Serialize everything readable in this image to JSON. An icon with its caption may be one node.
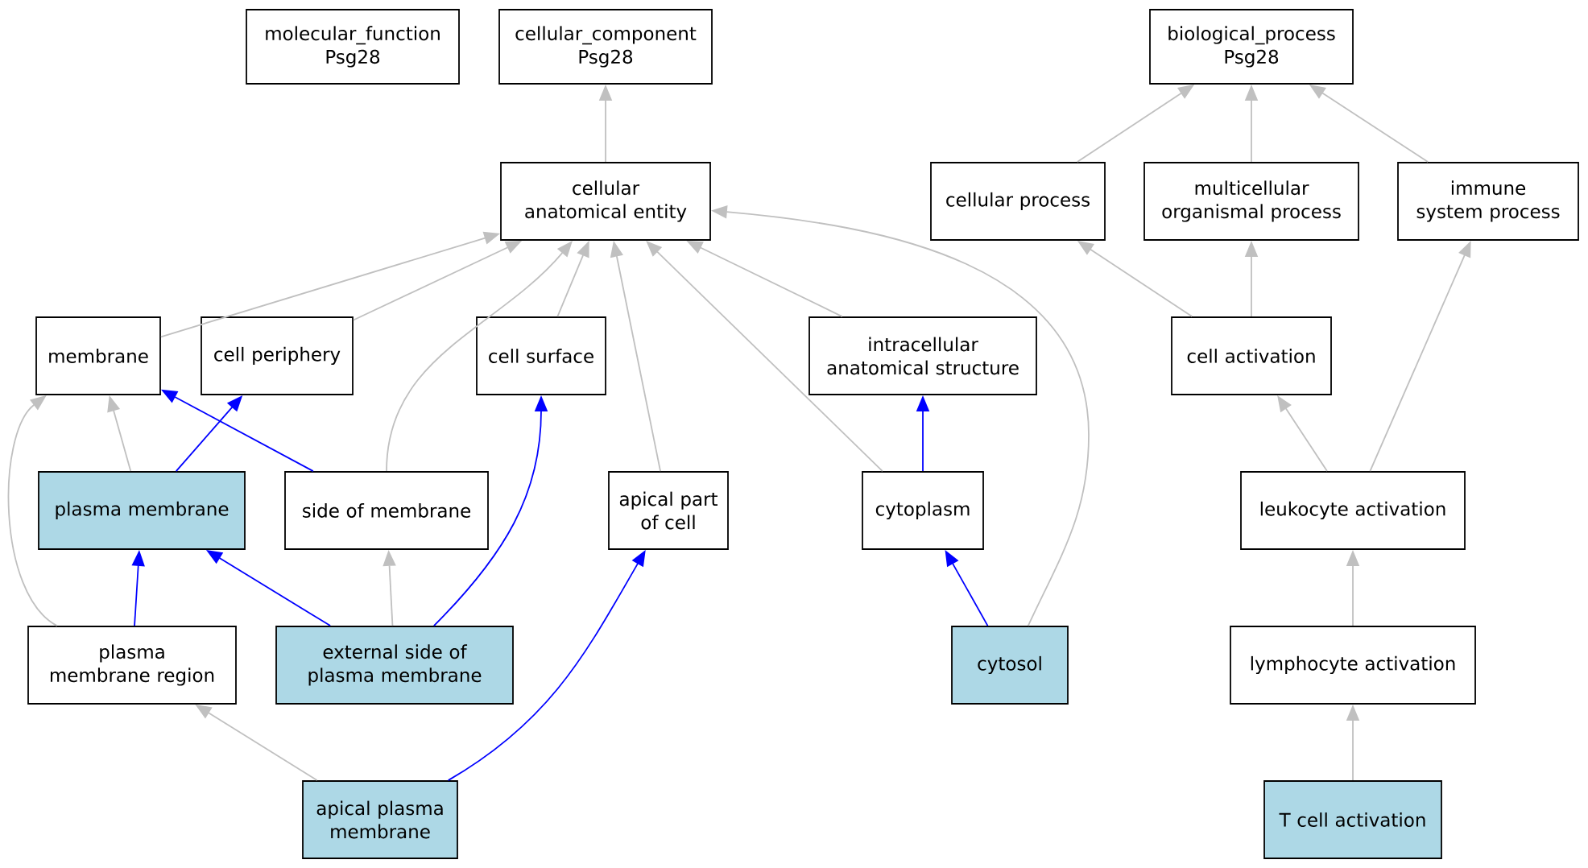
{
  "diagram": {
    "nodes": [
      {
        "text": [
          "molecular_function Psg28"
        ]
      },
      {
        "text": [
          "cellular_component Psg28"
        ]
      },
      {
        "text": [
          "biological_process Psg28"
        ]
      },
      {
        "text": [
          "cellular anatomical entity"
        ]
      },
      {
        "text": [
          "cellular process"
        ]
      },
      {
        "text": [
          "multicellular organismal process"
        ]
      },
      {
        "text": [
          "immune system process"
        ]
      },
      {
        "text": [
          "membrane"
        ]
      },
      {
        "text": [
          "cell periphery"
        ]
      },
      {
        "text": [
          "cell surface"
        ]
      },
      {
        "text": [
          "intracellular anatomical structure"
        ]
      },
      {
        "text": [
          "cell activation"
        ]
      },
      {
        "text": [
          "plasma membrane"
        ]
      },
      {
        "text": [
          "side of membrane"
        ]
      },
      {
        "text": [
          "apical part of cell"
        ]
      },
      {
        "text": [
          "cytoplasm"
        ]
      },
      {
        "text": [
          "leukocyte activation"
        ]
      },
      {
        "text": [
          "plasma membrane region"
        ]
      },
      {
        "text": [
          "external side of plasma membrane"
        ]
      },
      {
        "text": [
          "cytosol"
        ]
      },
      {
        "text": [
          "lymphocyte activation"
        ]
      },
      {
        "text": [
          "apical plasma membrane"
        ]
      },
      {
        "text": [
          "T cell activation"
        ]
      }
    ],
    "edges": [
      {
        "from": 3,
        "to": 1,
        "arrow": "to"
      },
      {
        "from": 4,
        "to": 2,
        "arrow": "to"
      },
      {
        "from": 5,
        "to": 2,
        "arrow": "to"
      },
      {
        "from": 6,
        "to": 2,
        "arrow": "to"
      },
      {
        "from": 7,
        "to": 3,
        "arrow": "to"
      },
      {
        "from": 8,
        "to": 3,
        "arrow": "to"
      },
      {
        "from": 13,
        "to": 3,
        "arrow": "to"
      },
      {
        "from": 9,
        "to": 3,
        "arrow": "to"
      },
      {
        "from": 14,
        "to": 3,
        "arrow": "to"
      },
      {
        "from": 15,
        "to": 3,
        "arrow": "to"
      },
      {
        "from": 10,
        "to": 3,
        "arrow": "to"
      },
      {
        "from": 19,
        "to": 3,
        "arrow": "to"
      },
      {
        "from": 11,
        "to": 4,
        "arrow": "to"
      },
      {
        "from": 11,
        "to": 5,
        "arrow": "to"
      },
      {
        "from": 16,
        "to": 6,
        "arrow": "to"
      },
      {
        "from": 16,
        "to": 11,
        "arrow": "to"
      },
      {
        "from": 20,
        "to": 16,
        "arrow": "to"
      },
      {
        "from": 22,
        "to": 20,
        "arrow": "to"
      },
      {
        "from": 12,
        "to": 7,
        "arrow": "to"
      },
      {
        "from": 12,
        "to": 8,
        "arrow": "to",
        "color": "#0000ff"
      },
      {
        "from": 13,
        "to": 7,
        "arrow": "to",
        "color": "#0000ff"
      },
      {
        "from": 17,
        "to": 7,
        "arrow": "to"
      },
      {
        "from": 18,
        "to": 9,
        "arrow": "to",
        "color": "#0000ff"
      },
      {
        "from": 18,
        "to": 13,
        "arrow": "to"
      },
      {
        "from": 18,
        "to": 12,
        "arrow": "to",
        "color": "#0000ff"
      },
      {
        "from": 17,
        "to": 12,
        "arrow": "to",
        "color": "#0000ff"
      },
      {
        "from": 21,
        "to": 17,
        "arrow": "to"
      },
      {
        "from": 21,
        "to": 14,
        "arrow": "to",
        "color": "#0000ff"
      },
      {
        "from": 15,
        "to": 10,
        "arrow": "to",
        "color": "#0000ff"
      },
      {
        "from": 19,
        "to": 15,
        "arrow": "to",
        "color": "#0000ff"
      }
    ]
  }
}
